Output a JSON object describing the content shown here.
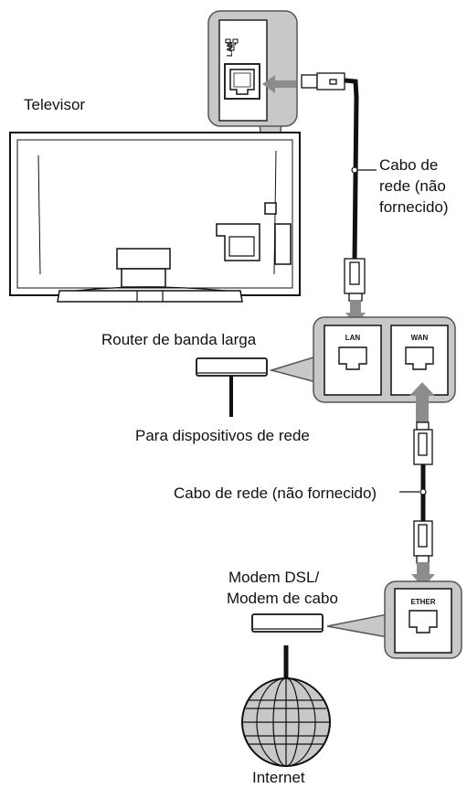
{
  "labels": {
    "tv": "Televisor",
    "cable1_line1": "Cabo de",
    "cable1_line2": "rede (não",
    "cable1_line3": "fornecido)",
    "router": "Router de banda larga",
    "devices": "Para dispositivos de rede",
    "cable2": "Cabo de rede (não fornecido)",
    "modem_line1": "Modem DSL/",
    "modem_line2": "Modem de cabo",
    "internet": "Internet"
  },
  "ports": {
    "tv_port": "LAN",
    "router_lan": "LAN",
    "router_wan": "WAN",
    "modem_ether": "ETHER"
  },
  "colors": {
    "callout_fill": "#c8c8c8",
    "arrow": "#8c8c8c",
    "line": "#111111"
  }
}
